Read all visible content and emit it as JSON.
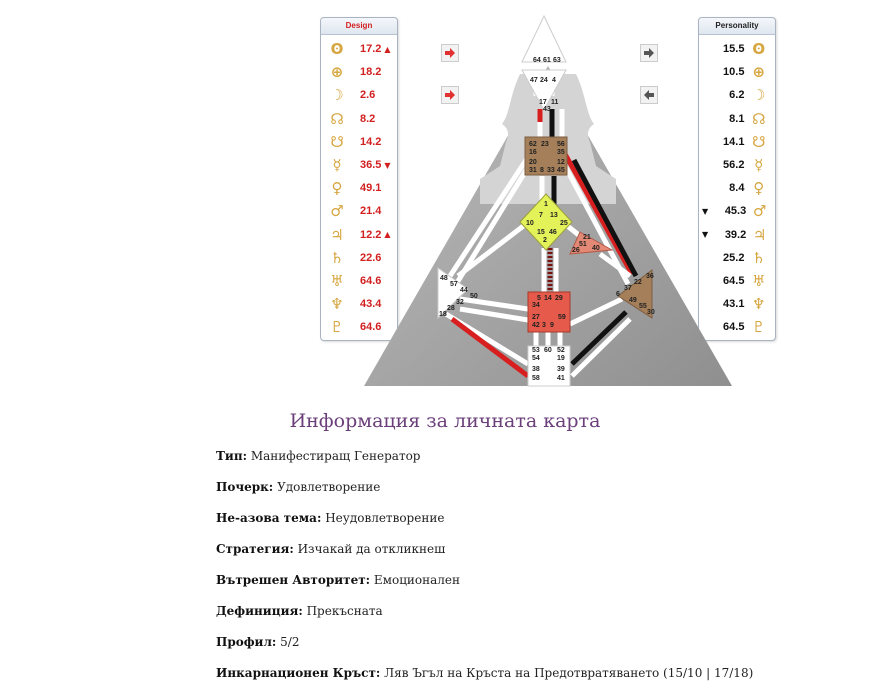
{
  "design": {
    "header": "Design",
    "rows": [
      {
        "icon": "sun-icon",
        "glyph": "ʘ",
        "value": "17.2",
        "arrow": "▲"
      },
      {
        "icon": "earth-icon",
        "glyph": "⊕",
        "value": "18.2",
        "arrow": ""
      },
      {
        "icon": "moon-icon",
        "glyph": "☽",
        "value": "2.6",
        "arrow": ""
      },
      {
        "icon": "north-node-icon",
        "glyph": "☊",
        "value": "8.2",
        "arrow": ""
      },
      {
        "icon": "south-node-icon",
        "glyph": "☋",
        "value": "14.2",
        "arrow": ""
      },
      {
        "icon": "mercury-icon",
        "glyph": "☿",
        "value": "36.5",
        "arrow": "▼"
      },
      {
        "icon": "venus-icon",
        "glyph": "♀",
        "value": "49.1",
        "arrow": ""
      },
      {
        "icon": "mars-icon",
        "glyph": "♂",
        "value": "21.4",
        "arrow": ""
      },
      {
        "icon": "jupiter-icon",
        "glyph": "♃",
        "value": "12.2",
        "arrow": "▲"
      },
      {
        "icon": "saturn-icon",
        "glyph": "♄",
        "value": "22.6",
        "arrow": ""
      },
      {
        "icon": "uranus-icon",
        "glyph": "♅",
        "value": "64.6",
        "arrow": ""
      },
      {
        "icon": "neptune-icon",
        "glyph": "♆",
        "value": "43.4",
        "arrow": ""
      },
      {
        "icon": "pluto-icon",
        "glyph": "♇",
        "value": "64.6",
        "arrow": ""
      }
    ]
  },
  "personality": {
    "header": "Personality",
    "rows": [
      {
        "icon": "sun-icon",
        "glyph": "ʘ",
        "value": "15.5",
        "arrow": ""
      },
      {
        "icon": "earth-icon",
        "glyph": "⊕",
        "value": "10.5",
        "arrow": ""
      },
      {
        "icon": "moon-icon",
        "glyph": "☽",
        "value": "6.2",
        "arrow": ""
      },
      {
        "icon": "north-node-icon",
        "glyph": "☊",
        "value": "8.1",
        "arrow": ""
      },
      {
        "icon": "south-node-icon",
        "glyph": "☋",
        "value": "14.1",
        "arrow": ""
      },
      {
        "icon": "mercury-icon",
        "glyph": "☿",
        "value": "56.2",
        "arrow": ""
      },
      {
        "icon": "venus-icon",
        "glyph": "♀",
        "value": "8.4",
        "arrow": ""
      },
      {
        "icon": "mars-icon",
        "glyph": "♂",
        "value": "45.3",
        "arrow": "▼"
      },
      {
        "icon": "jupiter-icon",
        "glyph": "♃",
        "value": "39.2",
        "arrow": "▼"
      },
      {
        "icon": "saturn-icon",
        "glyph": "♄",
        "value": "25.2",
        "arrow": ""
      },
      {
        "icon": "uranus-icon",
        "glyph": "♅",
        "value": "64.5",
        "arrow": ""
      },
      {
        "icon": "neptune-icon",
        "glyph": "♆",
        "value": "43.1",
        "arrow": ""
      },
      {
        "icon": "pluto-icon",
        "glyph": "♇",
        "value": "64.5",
        "arrow": ""
      }
    ]
  },
  "nav": {
    "left_top_icon": "arrow-right-icon",
    "left_bottom_icon": "arrow-right-icon",
    "right_top_icon": "arrow-right-icon",
    "right_bottom_icon": "arrow-left-icon"
  },
  "bodygraph": {
    "gates": {
      "head": [
        "64",
        "61",
        "63"
      ],
      "ajna": [
        "47",
        "24",
        "4",
        "17",
        "43",
        "11"
      ],
      "throat": [
        "62",
        "23",
        "56",
        "16",
        "35",
        "20",
        "12",
        "31",
        "8",
        "33",
        "45"
      ],
      "g": [
        "1",
        "7",
        "13",
        "10",
        "25",
        "15",
        "46",
        "2"
      ],
      "ego": [
        "21",
        "51",
        "26",
        "40"
      ],
      "spleen": [
        "48",
        "57",
        "44",
        "50",
        "32",
        "28",
        "18"
      ],
      "sacral": [
        "5",
        "14",
        "29",
        "34",
        "27",
        "59",
        "42",
        "3",
        "9"
      ],
      "solar": [
        "36",
        "22",
        "37",
        "6",
        "49",
        "55",
        "30"
      ],
      "root": [
        "53",
        "60",
        "52",
        "54",
        "19",
        "38",
        "39",
        "58",
        "41"
      ]
    }
  },
  "info": {
    "title": "Информация за личната карта",
    "rows": [
      {
        "label": "Тип:",
        "value": " Манифестиращ Генератор"
      },
      {
        "label": "Почерк:",
        "value": " Удовлетворение"
      },
      {
        "label": "Не-азова тема:",
        "value": " Неудовлетворение"
      },
      {
        "label": "Стратегия:",
        "value": " Изчакай да откликнеш"
      },
      {
        "label": "Вътрешен Авторитет:",
        "value": " Емоционален"
      },
      {
        "label": "Дефиниция:",
        "value": " Прекъсната"
      },
      {
        "label": "Профил:",
        "value": " 5/2"
      },
      {
        "label": "Инкарнационен Кръст:",
        "value": " Ляв Ъгъл на Кръста на Предотвратяването (15/10 | 17/18)"
      }
    ]
  }
}
